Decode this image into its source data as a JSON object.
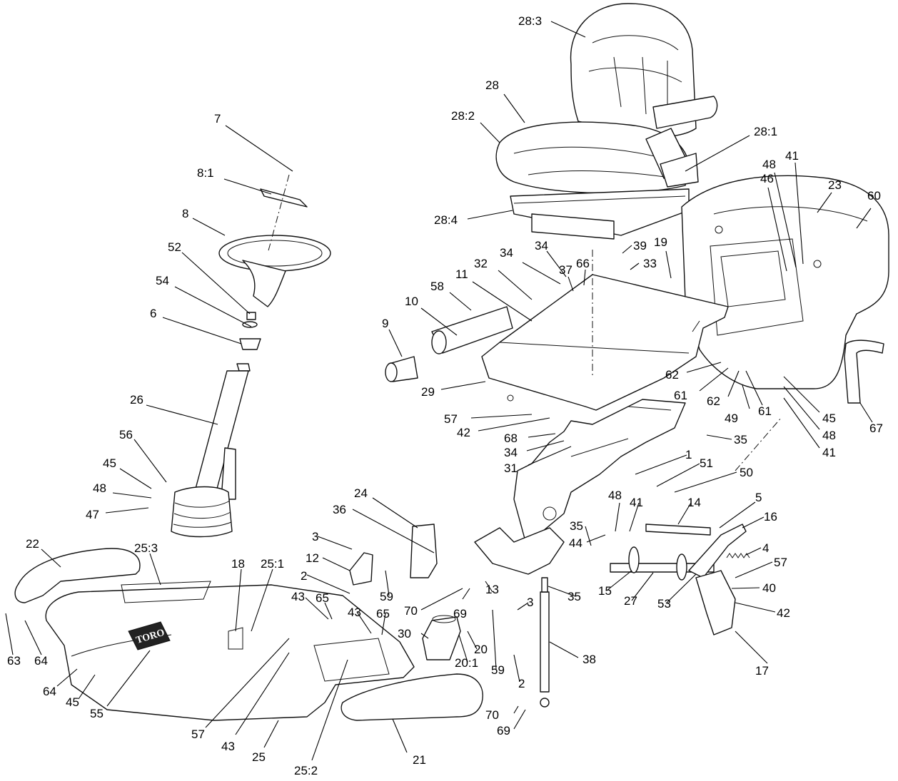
{
  "diagram": {
    "logo_text": "TORO",
    "callouts": [
      {
        "id": "c-28-3",
        "label": "28:3"
      },
      {
        "id": "c-28",
        "label": "28"
      },
      {
        "id": "c-28-2",
        "label": "28:2"
      },
      {
        "id": "c-28-1",
        "label": "28:1"
      },
      {
        "id": "c-28-4",
        "label": "28:4"
      },
      {
        "id": "c-7",
        "label": "7"
      },
      {
        "id": "c-8-1",
        "label": "8:1"
      },
      {
        "id": "c-8",
        "label": "8"
      },
      {
        "id": "c-52",
        "label": "52"
      },
      {
        "id": "c-54",
        "label": "54"
      },
      {
        "id": "c-6",
        "label": "6"
      },
      {
        "id": "c-26",
        "label": "26"
      },
      {
        "id": "c-56",
        "label": "56"
      },
      {
        "id": "c-45a",
        "label": "45"
      },
      {
        "id": "c-48a",
        "label": "48"
      },
      {
        "id": "c-47",
        "label": "47"
      },
      {
        "id": "c-22",
        "label": "22"
      },
      {
        "id": "c-25-3",
        "label": "25:3"
      },
      {
        "id": "c-18",
        "label": "18"
      },
      {
        "id": "c-25-1",
        "label": "25:1"
      },
      {
        "id": "c-63",
        "label": "63"
      },
      {
        "id": "c-64a",
        "label": "64"
      },
      {
        "id": "c-64b",
        "label": "64"
      },
      {
        "id": "c-45b",
        "label": "45"
      },
      {
        "id": "c-55",
        "label": "55"
      },
      {
        "id": "c-57a",
        "label": "57"
      },
      {
        "id": "c-43a",
        "label": "43"
      },
      {
        "id": "c-25",
        "label": "25"
      },
      {
        "id": "c-25-2",
        "label": "25:2"
      },
      {
        "id": "c-21",
        "label": "21"
      },
      {
        "id": "c-9",
        "label": "9"
      },
      {
        "id": "c-10",
        "label": "10"
      },
      {
        "id": "c-58",
        "label": "58"
      },
      {
        "id": "c-11",
        "label": "11"
      },
      {
        "id": "c-32",
        "label": "32"
      },
      {
        "id": "c-34a",
        "label": "34"
      },
      {
        "id": "c-34b",
        "label": "34"
      },
      {
        "id": "c-37",
        "label": "37"
      },
      {
        "id": "c-66",
        "label": "66"
      },
      {
        "id": "c-39",
        "label": "39"
      },
      {
        "id": "c-33",
        "label": "33"
      },
      {
        "id": "c-19",
        "label": "19"
      },
      {
        "id": "c-46",
        "label": "46"
      },
      {
        "id": "c-48b",
        "label": "48"
      },
      {
        "id": "c-41a",
        "label": "41"
      },
      {
        "id": "c-23",
        "label": "23"
      },
      {
        "id": "c-60",
        "label": "60"
      },
      {
        "id": "c-29",
        "label": "29"
      },
      {
        "id": "c-62a",
        "label": "62"
      },
      {
        "id": "c-61a",
        "label": "61"
      },
      {
        "id": "c-62b",
        "label": "62"
      },
      {
        "id": "c-61b",
        "label": "61"
      },
      {
        "id": "c-49",
        "label": "49"
      },
      {
        "id": "c-45c",
        "label": "45"
      },
      {
        "id": "c-48c",
        "label": "48"
      },
      {
        "id": "c-41b",
        "label": "41"
      },
      {
        "id": "c-67",
        "label": "67"
      },
      {
        "id": "c-57b",
        "label": "57"
      },
      {
        "id": "c-42a",
        "label": "42"
      },
      {
        "id": "c-68",
        "label": "68"
      },
      {
        "id": "c-34c",
        "label": "34"
      },
      {
        "id": "c-31",
        "label": "31"
      },
      {
        "id": "c-35a",
        "label": "35"
      },
      {
        "id": "c-1",
        "label": "1"
      },
      {
        "id": "c-51",
        "label": "51"
      },
      {
        "id": "c-50",
        "label": "50"
      },
      {
        "id": "c-24",
        "label": "24"
      },
      {
        "id": "c-36",
        "label": "36"
      },
      {
        "id": "c-48d",
        "label": "48"
      },
      {
        "id": "c-41c",
        "label": "41"
      },
      {
        "id": "c-14",
        "label": "14"
      },
      {
        "id": "c-5",
        "label": "5"
      },
      {
        "id": "c-16",
        "label": "16"
      },
      {
        "id": "c-35b",
        "label": "35"
      },
      {
        "id": "c-44",
        "label": "44"
      },
      {
        "id": "c-4",
        "label": "4"
      },
      {
        "id": "c-3a",
        "label": "3"
      },
      {
        "id": "c-12",
        "label": "12"
      },
      {
        "id": "c-2a",
        "label": "2"
      },
      {
        "id": "c-43b",
        "label": "43"
      },
      {
        "id": "c-65a",
        "label": "65"
      },
      {
        "id": "c-59a",
        "label": "59"
      },
      {
        "id": "c-70a",
        "label": "70"
      },
      {
        "id": "c-69a",
        "label": "69"
      },
      {
        "id": "c-13",
        "label": "13"
      },
      {
        "id": "c-3b",
        "label": "3"
      },
      {
        "id": "c-35c",
        "label": "35"
      },
      {
        "id": "c-15",
        "label": "15"
      },
      {
        "id": "c-27",
        "label": "27"
      },
      {
        "id": "c-53",
        "label": "53"
      },
      {
        "id": "c-57c",
        "label": "57"
      },
      {
        "id": "c-40",
        "label": "40"
      },
      {
        "id": "c-42b",
        "label": "42"
      },
      {
        "id": "c-43c",
        "label": "43"
      },
      {
        "id": "c-65b",
        "label": "65"
      },
      {
        "id": "c-30",
        "label": "30"
      },
      {
        "id": "c-20",
        "label": "20"
      },
      {
        "id": "c-20-1",
        "label": "20:1"
      },
      {
        "id": "c-59b",
        "label": "59"
      },
      {
        "id": "c-2b",
        "label": "2"
      },
      {
        "id": "c-38",
        "label": "38"
      },
      {
        "id": "c-70b",
        "label": "70"
      },
      {
        "id": "c-69b",
        "label": "69"
      },
      {
        "id": "c-17",
        "label": "17"
      }
    ]
  }
}
